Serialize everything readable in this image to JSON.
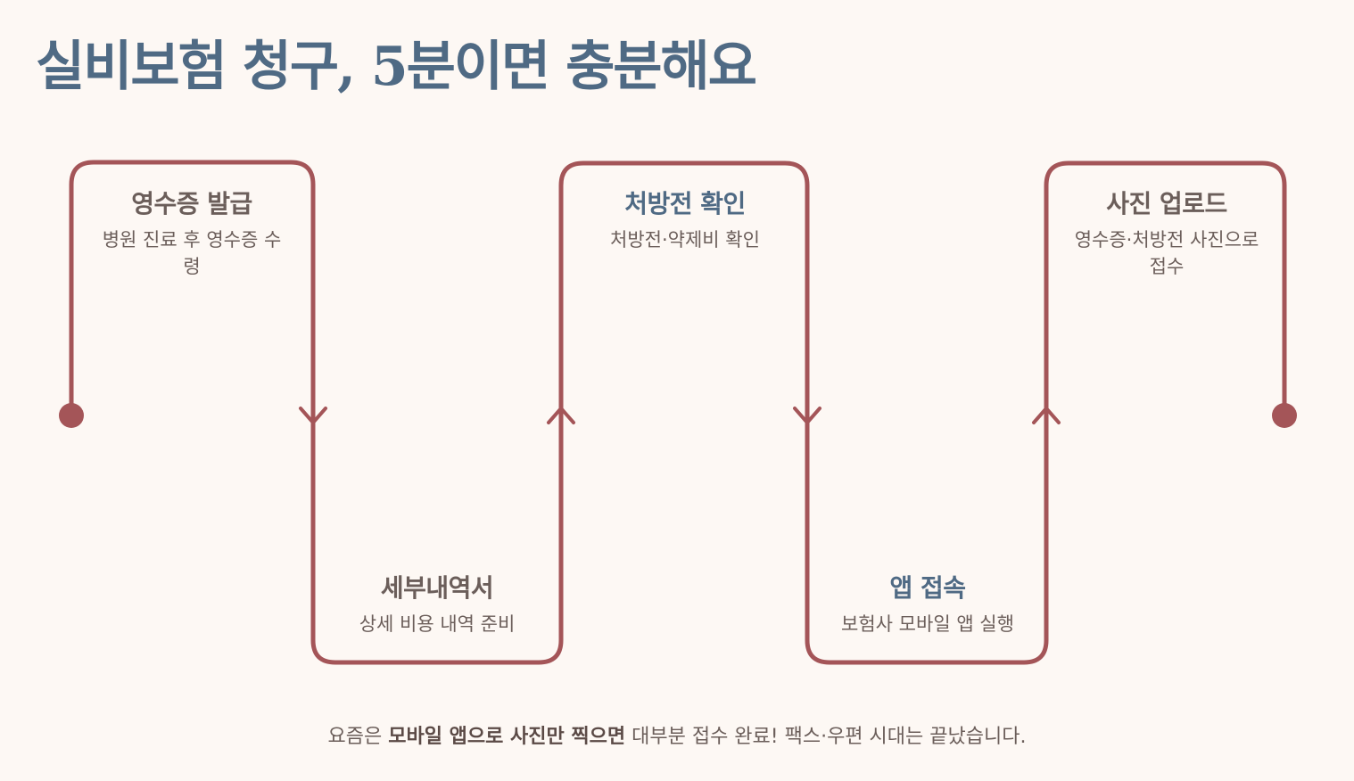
{
  "title": "실비보험 청구, 5분이면 충분해요",
  "colors": {
    "path": "#a45558",
    "title": "#4f6a84",
    "text": "#6b5e5a",
    "background": "#fdf8f4"
  },
  "steps": [
    {
      "name": "영수증 발급",
      "desc": "병원 진료 후 영수증 수령"
    },
    {
      "name": "세부내역서",
      "desc": "상세 비용 내역 준비"
    },
    {
      "name": "처방전 확인",
      "desc": "처방전·약제비 확인"
    },
    {
      "name": "앱 접속",
      "desc": "보험사 모바일 앱 실행"
    },
    {
      "name": "사진 업로드",
      "desc": "영수증·처방전 사진으로 접수"
    }
  ],
  "footer": {
    "prefix": "요즘은 ",
    "bold": "모바일 앱으로 사진만 찍으면",
    "suffix": " 대부분 접수 완료! 팩스·우편 시대는 끝났습니다."
  }
}
